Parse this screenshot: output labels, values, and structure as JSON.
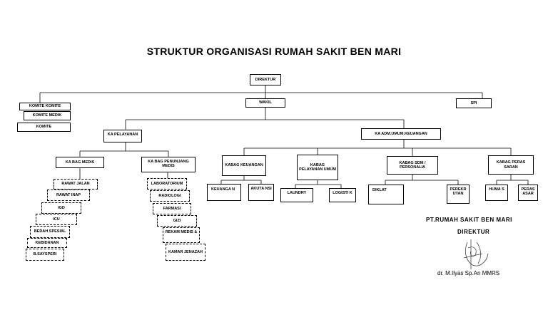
{
  "title": "STRUKTUR ORGANISASI RUMAH SAKIT BEN MARI",
  "org": {
    "direktur": "DIREKTUR",
    "wakil": "WAKIL",
    "spi": "SPI",
    "komite": [
      "KOMITE KOMITE",
      "KOMITE MEDIK",
      "KOMITE"
    ],
    "ka_pelayanan": "KA PELAYANAN",
    "ka_adm": "KA ADM.UMUM.KEUANGAN",
    "ka_bag_medis": "KA BAG MEDIS",
    "ka_bag_penunjang": "KA BAG PENUNJANG MEDIS",
    "kabag_keuangan": "KABAG KEUANGAN",
    "kabag_pelayanan_umum": "KABAG PELAYANAN UMUM",
    "kabag_sdm": "KABAG SDM / PERSONALIA",
    "kabag_perlengkapan": "KABAG PERAS SARAN",
    "keuangan": "KEUANGA N",
    "akuntansi": "AKUTA NSI",
    "laundry": "LAUNDRY",
    "logistik": "LOGISTI K",
    "diklat": "DIKLAT",
    "perekrutan": "PEREKR UTAN",
    "humas": "HUMA S",
    "peras_asar": "PERAS ASAR",
    "medis_units": [
      "RAWAT JALAN",
      "RAWAT INAP",
      "IGD",
      "ICU",
      "BEDAH SPESIAL",
      "KEBIDANAN",
      "B.SAYSPERI"
    ],
    "penunjang_units": [
      "LABORATORIUM",
      "RADIOLOGI",
      "FARMASI",
      "GIZI",
      "REKAM MEDIS &",
      "KAMAR JENAZAH"
    ]
  },
  "signature": {
    "company": "PT.RUMAH SAKIT BEN MARI",
    "position": "DIREKTUR",
    "name": "dr. M.Ilyas Sp.An MMRS"
  }
}
